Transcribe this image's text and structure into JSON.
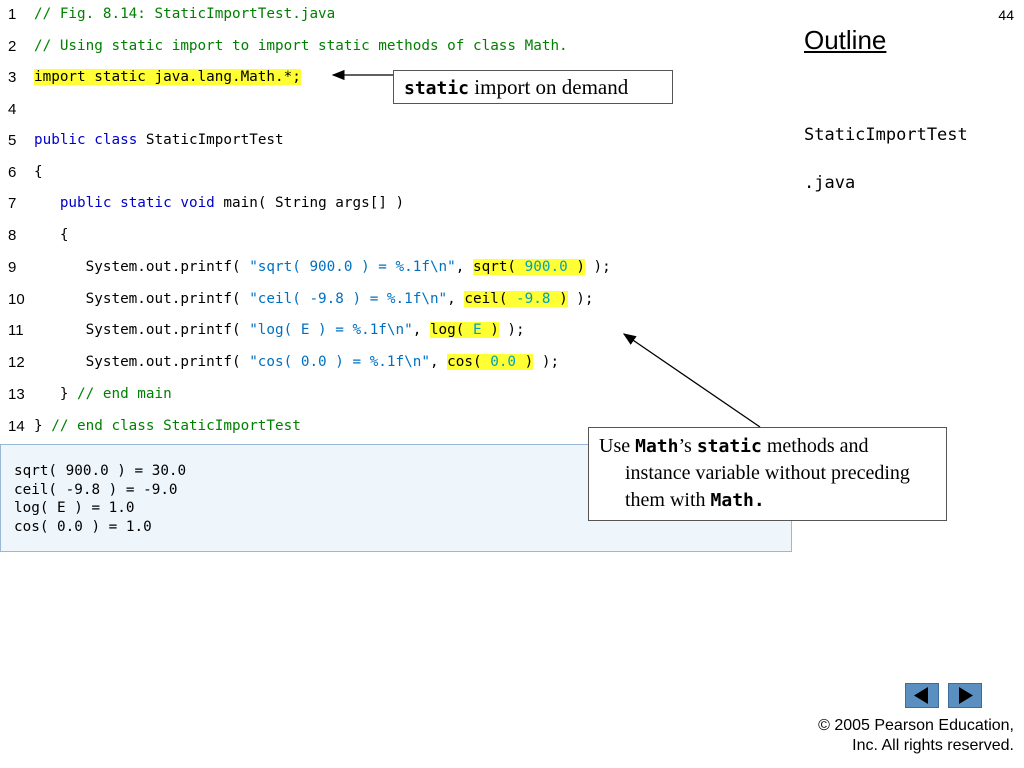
{
  "slide": {
    "number": "44"
  },
  "sidebar": {
    "outline_label": "Outline",
    "file_line1": "StaticImportTest",
    "file_line2": ".java"
  },
  "code": {
    "lines": [
      {
        "num": "1",
        "segments": [
          {
            "t": "// Fig. 8.14: StaticImportTest.java",
            "c": "cm"
          }
        ]
      },
      {
        "num": "2",
        "segments": [
          {
            "t": "// Using static import to import static methods of class Math.",
            "c": "cm"
          }
        ]
      },
      {
        "num": "3",
        "segments": [
          {
            "t": "import static java.lang.Math.*;",
            "c": "hl"
          }
        ]
      },
      {
        "num": "4",
        "segments": []
      },
      {
        "num": "5",
        "segments": [
          {
            "t": "public",
            "c": "kw"
          },
          {
            "t": " "
          },
          {
            "t": "class",
            "c": "kw"
          },
          {
            "t": " StaticImportTest"
          }
        ]
      },
      {
        "num": "6",
        "segments": [
          {
            "t": "{"
          }
        ]
      },
      {
        "num": "7",
        "segments": [
          {
            "t": "   "
          },
          {
            "t": "public",
            "c": "kw"
          },
          {
            "t": " "
          },
          {
            "t": "static",
            "c": "kw"
          },
          {
            "t": " "
          },
          {
            "t": "void",
            "c": "kw"
          },
          {
            "t": " main( String args[] )"
          }
        ]
      },
      {
        "num": "8",
        "segments": [
          {
            "t": "   {"
          }
        ]
      },
      {
        "num": "9",
        "segments": [
          {
            "t": "      System.out.printf( "
          },
          {
            "t": "\"sqrt( 900.0 ) = %.1f\\n\"",
            "c": "st"
          },
          {
            "t": ", "
          },
          {
            "t": "sqrt(",
            "c": "hl"
          },
          {
            "t": " 900.0 ",
            "c": "hl nm"
          },
          {
            "t": ")",
            "c": "hl"
          },
          {
            "t": " );"
          }
        ]
      },
      {
        "num": "10",
        "segments": [
          {
            "t": "      System.out.printf( "
          },
          {
            "t": "\"ceil( -9.8 ) = %.1f\\n\"",
            "c": "st"
          },
          {
            "t": ", "
          },
          {
            "t": "ceil(",
            "c": "hl"
          },
          {
            "t": " -9.8 ",
            "c": "hl nm"
          },
          {
            "t": ")",
            "c": "hl"
          },
          {
            "t": " );"
          }
        ]
      },
      {
        "num": "11",
        "segments": [
          {
            "t": "      System.out.printf( "
          },
          {
            "t": "\"log( E ) = %.1f\\n\"",
            "c": "st"
          },
          {
            "t": ", "
          },
          {
            "t": "log(",
            "c": "hl"
          },
          {
            "t": " E ",
            "c": "hl nm"
          },
          {
            "t": ")",
            "c": "hl"
          },
          {
            "t": " );"
          }
        ]
      },
      {
        "num": "12",
        "segments": [
          {
            "t": "      System.out.printf( "
          },
          {
            "t": "\"cos( 0.0 ) = %.1f\\n\"",
            "c": "st"
          },
          {
            "t": ", "
          },
          {
            "t": "cos(",
            "c": "hl"
          },
          {
            "t": " 0.0 ",
            "c": "hl nm"
          },
          {
            "t": ")",
            "c": "hl"
          },
          {
            "t": " );"
          }
        ]
      },
      {
        "num": "13",
        "segments": [
          {
            "t": "   } "
          },
          {
            "t": "// end main",
            "c": "cm"
          }
        ]
      },
      {
        "num": "14",
        "segments": [
          {
            "t": "} "
          },
          {
            "t": "// end class StaticImportTest",
            "c": "cm"
          }
        ]
      }
    ]
  },
  "output": {
    "lines": [
      "sqrt( 900.0 ) = 30.0",
      "ceil( -9.8 ) = -9.0",
      "log( E ) = 1.0",
      "cos( 0.0 ) = 1.0"
    ]
  },
  "callouts": {
    "static_import": {
      "code": "static",
      "text": " import on demand"
    },
    "math_methods": {
      "use": "Use ",
      "math1": "Math",
      "apostrophe": "’s ",
      "static": "static",
      "rest": " methods and instance variable without preceding them with ",
      "math2": "Math.",
      "end": ""
    }
  },
  "nav": {
    "prev_icon": "left-triangle",
    "next_icon": "right-triangle"
  },
  "footer": {
    "copyright_line1": "© 2005 Pearson Education,",
    "copyright_line2": "Inc.  All rights reserved."
  },
  "colors": {
    "comment": "#008000",
    "keyword": "#0000cc",
    "string": "#0070c0",
    "highlight": "#ffff33",
    "output_bg": "#eef5fb",
    "nav_button": "#5b8fbf"
  }
}
